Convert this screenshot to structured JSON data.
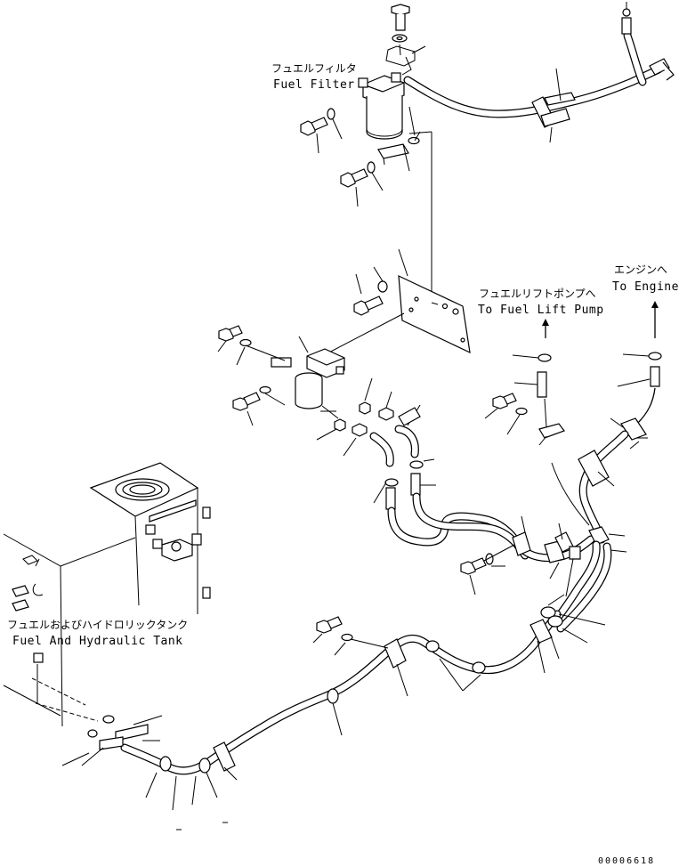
{
  "labels": {
    "fuel_filter_jp": "フュエルフィルタ",
    "fuel_filter_en": "Fuel Filter",
    "lift_pump_jp": "フュエルリフトポンプへ",
    "lift_pump_en": "To Fuel Lift Pump",
    "engine_jp": "エンジンへ",
    "engine_en": "To Engine",
    "tank_jp": "フュエルおよびハイドロリックタンク",
    "tank_en": "Fuel And Hydraulic Tank"
  },
  "drawing_code": "00006618"
}
